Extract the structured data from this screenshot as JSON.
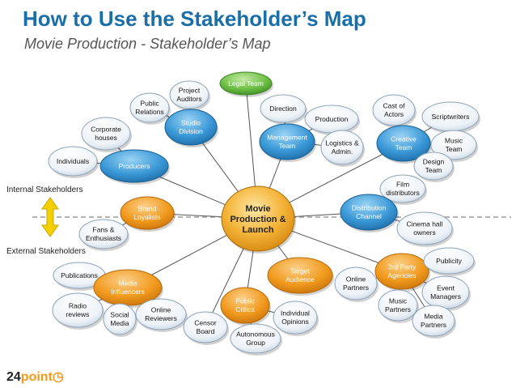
{
  "header": {
    "title": "How to Use the Stakeholder’s Map",
    "subtitle": "Movie Production - Stakeholder’s Map"
  },
  "labels": {
    "internal": "Internal Stakeholders",
    "external": "External Stakeholders"
  },
  "logo": {
    "number": "24",
    "word": "point"
  },
  "colors": {
    "title": "#1b6fa8",
    "center": "#f5a81c",
    "internal_group": "#3f9fd8",
    "external_group": "#f09a1d",
    "leaf": "#eef3f8",
    "legal": "#6abf45",
    "distribution": "#2f8ed4"
  },
  "center": {
    "text": "Movie Production & Launch"
  },
  "nodes": {
    "legal_team": "Legal Team",
    "project_auditors": "Project Auditors",
    "public_relations": "Public Relations",
    "studio_division": "Studio Division",
    "corporate_houses": "Corporate houses",
    "individuals": "Individuals",
    "producers": "Producers",
    "direction": "Direction",
    "production": "Production",
    "management_team": "Management Team",
    "logistics_admin": "Logistics & Admin.",
    "cast_of_actors": "Cast of Actors",
    "scriptwriters": "Scriptwriters",
    "creative_team": "Creative Team",
    "music_team": "Music Team",
    "design_team": "Design Team",
    "film_distributors": "Film distributors",
    "distribution_channel": "Distribution Channel",
    "cinema_hall_owners": "Cinema hall owners",
    "brand_loyalists": "Brand Loyalists",
    "fans_enthusiasts": "Fans & Enthusiasts",
    "publications": "Publications",
    "media_influencers": "Media Influencers",
    "radio_reviews": "Radio reviews",
    "social_media": "Social Media",
    "online_reviewers": "Online Reviewers",
    "censor_board": "Censor Board",
    "public_critics": "Public Critics",
    "autonomous_group": "Autonomous Group",
    "individual_opinions": "Individual Opinions",
    "target_audience": "Target Audience",
    "online_partners": "Online Partners",
    "third_party_agencies": "3rd Party Agencies",
    "publicity": "Publicity",
    "event_managers": "Event Managers",
    "music_partners": "Music Partners",
    "media_partners": "Media Partners"
  }
}
